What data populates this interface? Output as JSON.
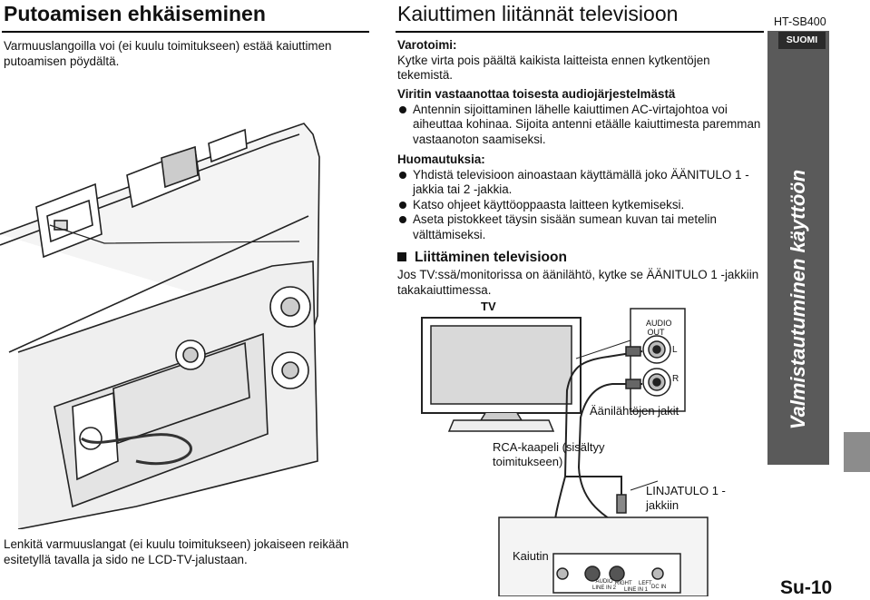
{
  "left": {
    "title": "Putoamisen ehkäiseminen",
    "intro": "Varmuuslangoilla voi (ei kuulu toimitukseen) estää kaiuttimen putoamisen pöydältä.",
    "caption": "Lenkitä varmuuslangat (ei kuulu toimitukseen) jokaiseen reikään esitetyllä tavalla ja sido ne LCD-TV-jalustaan."
  },
  "main": {
    "title": "Kaiuttimen liitännät televisioon",
    "warning_heading": "Varotoimi:",
    "warning_text": "Kytke virta pois päältä kaikista laitteista ennen kytkentöjen tekemistä.",
    "interference_heading": "Viritin vastaanottaa toisesta audiojärjestelmästä",
    "interference_items": [
      "Antennin sijoittaminen lähelle kaiuttimen AC-virtajohtoa voi aiheuttaa kohinaa. Sijoita antenni etäälle kaiuttimesta paremman vastaanoton saamiseksi."
    ],
    "notes_heading": "Huomautuksia:",
    "notes_items": [
      "Yhdistä televisioon ainoastaan käyttämällä joko ÄÄNITULO 1 -jakkia tai 2 -jakkia.",
      "Katso ohjeet käyttöoppaasta laitteen kytkemiseksi.",
      "Aseta pistokkeet täysin sisään sumean kuvan tai metelin välttämiseksi."
    ],
    "connect_heading": "Liittäminen televisioon",
    "connect_text": "Jos TV:ssä/monitorissa on äänilähtö, kytke se ÄÄNITULO 1 -jakkiin takakaiuttimessa."
  },
  "diagram": {
    "tv_label": "TV",
    "audio_out_line1": "AUDIO",
    "audio_out_line2": "OUT",
    "jack_l": "L",
    "jack_r": "R",
    "audio_out_jacks_label": "Äänilähtöjen jakit",
    "cable_label": "RCA-kaapeli (sisältyy toimitukseen)",
    "line_in_label": "LINJATULO 1 -jakkiin",
    "speaker_label": "Kaiutin",
    "port_audio_in2_line1": "AUDIO",
    "port_audio_in2_line2": "LINE IN 2",
    "port_right": "RIGHT",
    "port_left": "LEFT",
    "port_line_in1": "LINE IN 1",
    "port_dc": "DC IN"
  },
  "sidebar": {
    "model": "HT-SB400",
    "language": "SUOMI",
    "section": "Valmistautuminen käyttöön",
    "page": "Su-10"
  },
  "colors": {
    "sidebar_dark": "#5a5a5a",
    "badge": "#2b2b2b",
    "tab": "#8c8c8c"
  }
}
